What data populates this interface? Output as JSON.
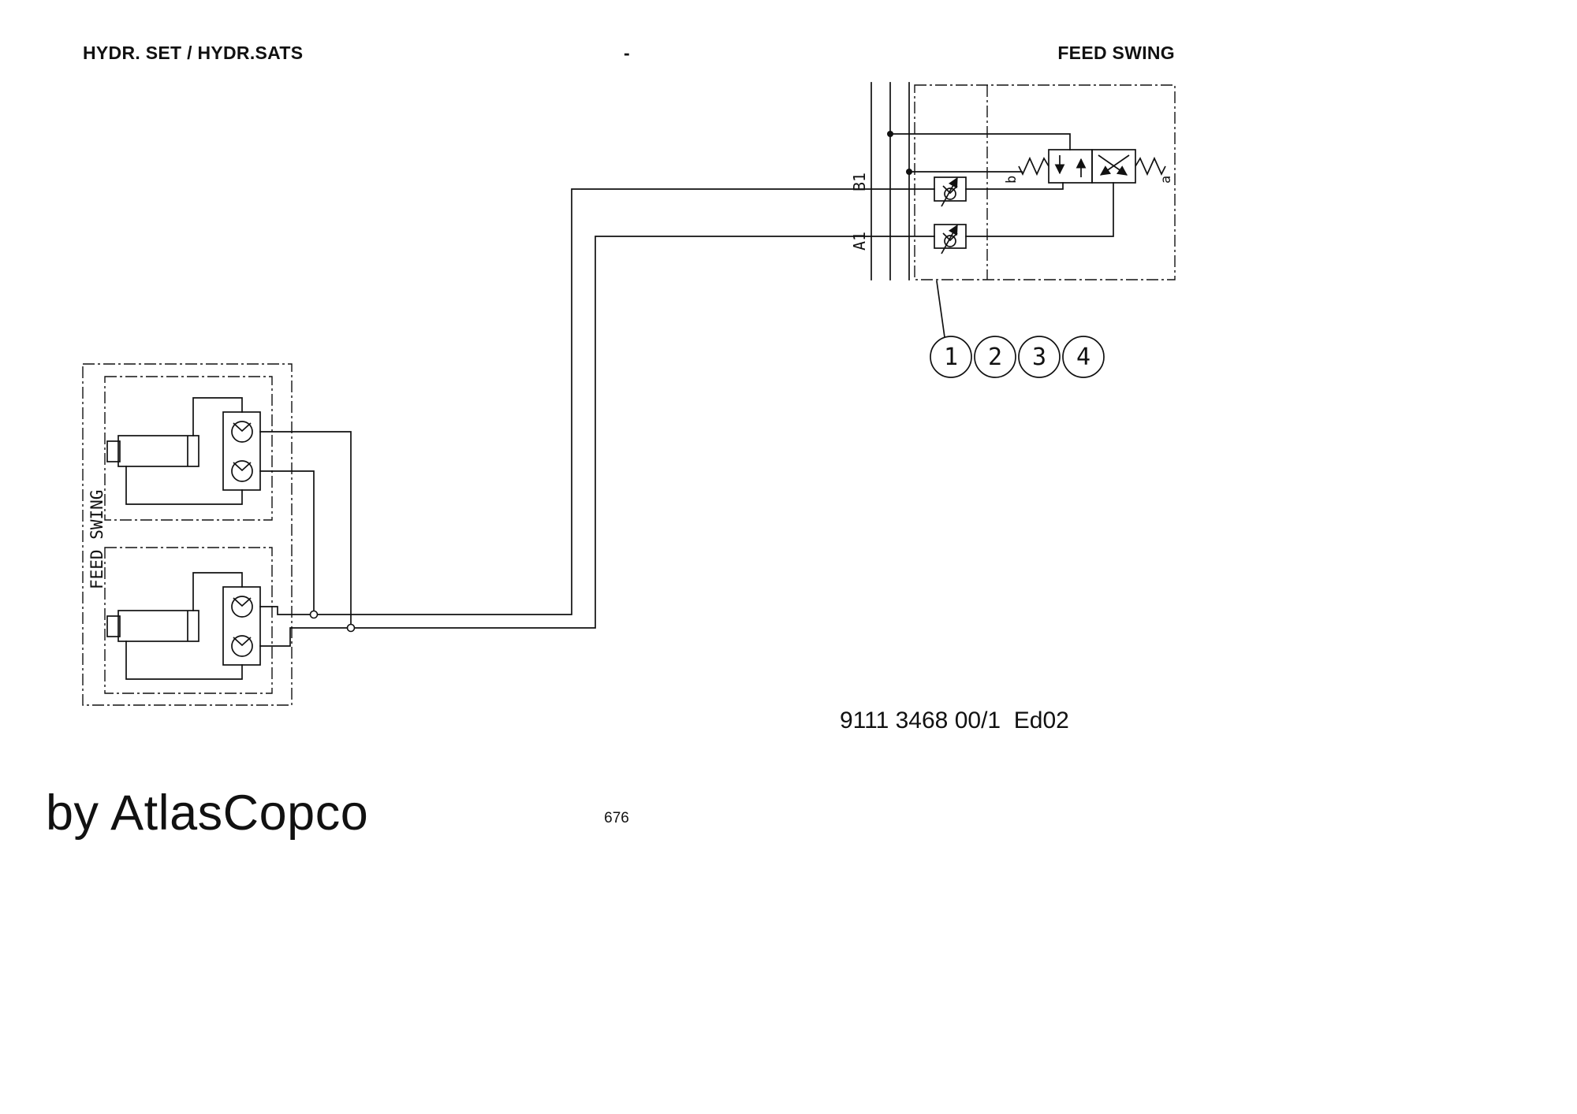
{
  "header": {
    "left_title": "HYDR. SET / HYDR.SATS",
    "separator": "-",
    "right_title": "FEED SWING"
  },
  "diagram": {
    "ports": {
      "b1": "B1",
      "a1": "A1"
    },
    "valve": {
      "solenoid_b": "b",
      "solenoid_a": "a"
    },
    "balloons": [
      "1",
      "2",
      "3",
      "4"
    ],
    "feed_swing_label": "FEED SWING"
  },
  "footer": {
    "drawing_number": "9111 3468 00/1  Ed02",
    "page_number": "676",
    "brand": "by AtlasCopco"
  },
  "colors": {
    "ink": "#111111",
    "background": "#ffffff"
  }
}
